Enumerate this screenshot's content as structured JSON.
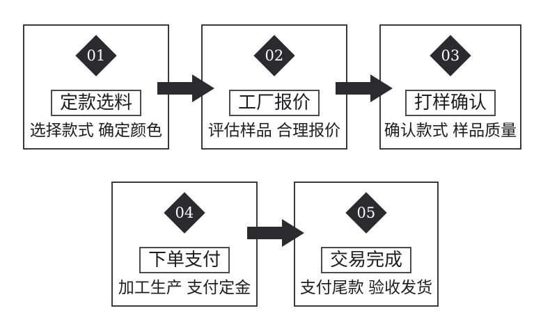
{
  "diagram": {
    "type": "process-flow",
    "title": "",
    "colors": {
      "box_border": "#3a3a3c",
      "badge_fill": "#2b2b2d",
      "badge_text": "#ffffff",
      "arrow_fill": "#2b2b2d",
      "text": "#1d1d1f",
      "background": "#ffffff"
    },
    "steps": [
      {
        "number": "01",
        "title": "定款选料",
        "subtitle": "选择款式 确定颜色"
      },
      {
        "number": "02",
        "title": "工厂报价",
        "subtitle": "评估样品 合理报价"
      },
      {
        "number": "03",
        "title": "打样确认",
        "subtitle": "确认款式 样品质量"
      },
      {
        "number": "04",
        "title": "下单支付",
        "subtitle": "加工生产 支付定金"
      },
      {
        "number": "05",
        "title": "交易完成",
        "subtitle": "支付尾款 验收发货"
      }
    ],
    "connectors": [
      {
        "from": "01",
        "to": "02",
        "direction": "right"
      },
      {
        "from": "02",
        "to": "03",
        "direction": "right"
      },
      {
        "from": "04",
        "to": "05",
        "direction": "right"
      }
    ]
  }
}
